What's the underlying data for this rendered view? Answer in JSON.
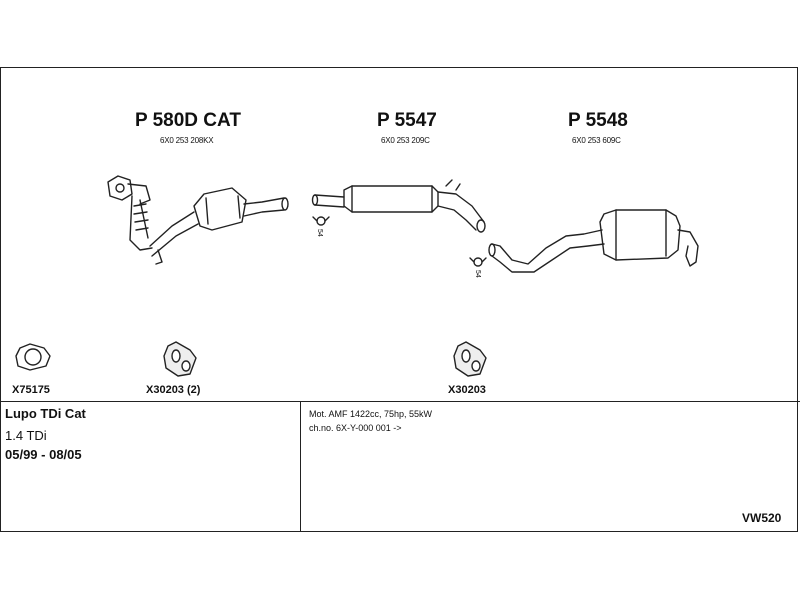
{
  "parts": [
    {
      "code": "P 580D CAT",
      "oem": "6X0 253 208KX"
    },
    {
      "code": "P 5547",
      "oem": "6X0 253 209C"
    },
    {
      "code": "P 5548",
      "oem": "6X0 253 609C"
    }
  ],
  "clamp_labels": {
    "left": "54",
    "right": "54"
  },
  "accessories": [
    {
      "code": "X75175",
      "icon": "gasket-icon"
    },
    {
      "code": "X30203 (2)",
      "icon": "rubber-hanger-icon"
    },
    {
      "code": "X30203",
      "icon": "rubber-hanger-icon"
    }
  ],
  "vehicle": {
    "name": "Lupo TDi Cat",
    "engine": "1.4 TDi",
    "years": "05/99 - 08/05"
  },
  "specs": {
    "line1": "Mot. AMF 1422cc, 75hp, 55kW",
    "line2": "ch.no. 6X-Y-000 001 ->"
  },
  "diagram_code": "VW520"
}
